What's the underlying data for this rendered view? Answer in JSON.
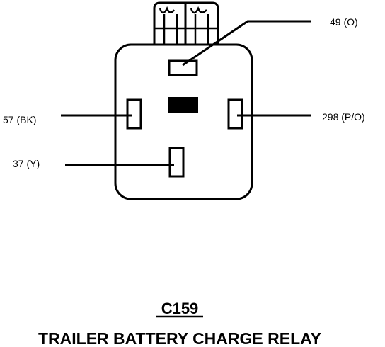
{
  "connector": {
    "id": "C159",
    "name": "TRAILER BATTERY CHARGE RELAY"
  },
  "pins": [
    {
      "circuit": "49",
      "color": "O",
      "label": "49 (O)"
    },
    {
      "circuit": "57",
      "color": "BK",
      "label": "57 (BK)"
    },
    {
      "circuit": "298",
      "color": "P/O",
      "label": "298 (P/O)"
    },
    {
      "circuit": "37",
      "color": "Y",
      "label": "37 (Y)"
    }
  ]
}
